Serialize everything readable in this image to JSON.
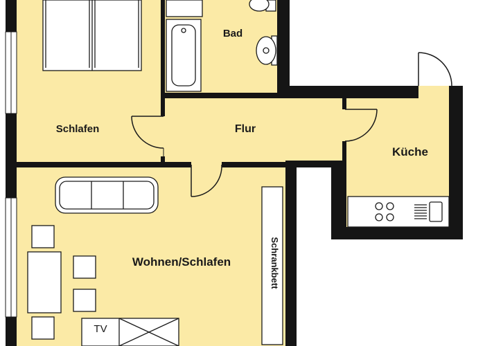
{
  "rooms": {
    "schlafen": "Schlafen",
    "bad": "Bad",
    "flur": "Flur",
    "kueche": "Küche",
    "wohnen": "Wohnen/Schlafen"
  },
  "furniture": {
    "schrankbett": "Schrankbett",
    "tv": "TV"
  },
  "colors": {
    "floor": "#fbeaa6",
    "wall": "#151515",
    "fixture_fill": "#ffffff",
    "fixture_stroke": "#1a1a1a"
  }
}
